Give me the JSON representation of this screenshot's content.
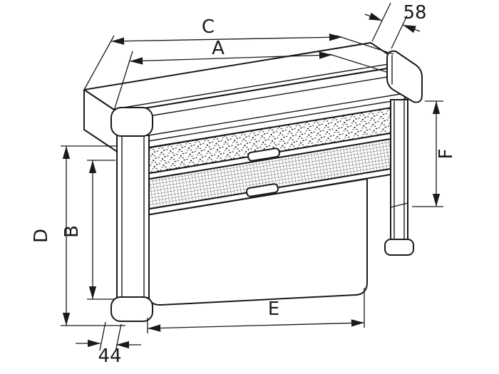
{
  "colors": {
    "ink": "#1a1a1a",
    "background": "#ffffff"
  },
  "dimensions": {
    "top_outer_width_label": "C",
    "top_inner_width_label": "A",
    "cassette_depth_value": "58",
    "left_outer_height_label": "D",
    "left_inner_height_label": "B",
    "right_side_height_label": "F",
    "bottom_width_label": "E",
    "post_depth_value": "44"
  }
}
